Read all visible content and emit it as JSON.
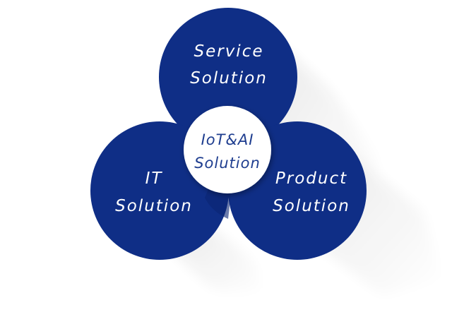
{
  "colors": {
    "circle_fill": "#0f2e86",
    "center_fill": "#ffffff",
    "center_text": "#1e3d8f",
    "label_text": "#ffffff"
  },
  "circles": {
    "service": {
      "line1": "Service",
      "line2": "Solution"
    },
    "it": {
      "line1": "IT",
      "line2": "Solution"
    },
    "product": {
      "line1": "Product",
      "line2": "Solution"
    },
    "center": {
      "line1": "IoT&AI",
      "line2": "Solution"
    }
  }
}
